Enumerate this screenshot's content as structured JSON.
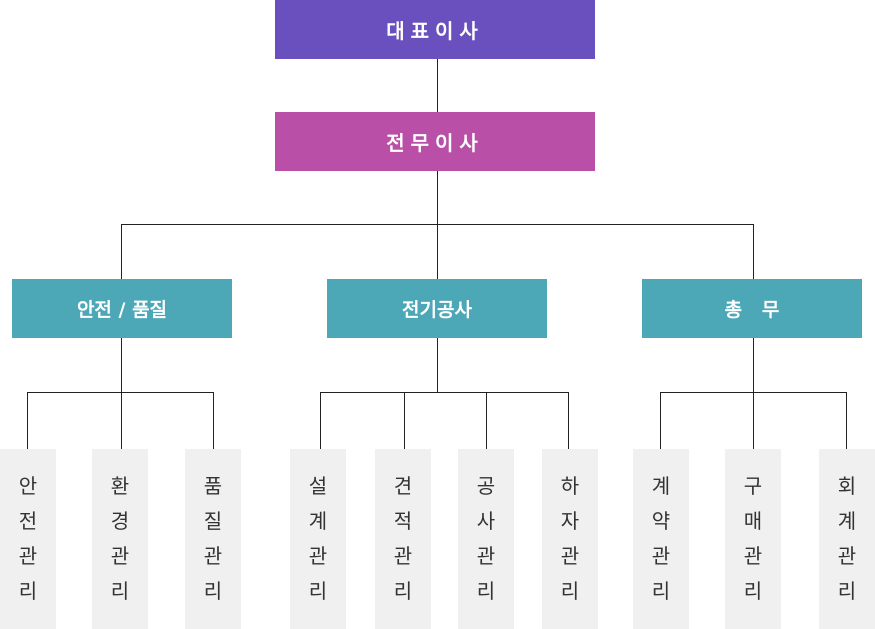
{
  "ceo": "대표이사",
  "managing_director": "전무이사",
  "divisions": [
    "안전 / 품질",
    "전기공사",
    "총   무"
  ],
  "safety_quality_units": [
    [
      "안",
      "전",
      "관",
      "리"
    ],
    [
      "환",
      "경",
      "관",
      "리"
    ],
    [
      "품",
      "질",
      "관",
      "리"
    ]
  ],
  "electrical_units": [
    [
      "설",
      "계",
      "관",
      "리"
    ],
    [
      "견",
      "적",
      "관",
      "리"
    ],
    [
      "공",
      "사",
      "관",
      "리"
    ],
    [
      "하",
      "자",
      "관",
      "리"
    ]
  ],
  "general_affairs_units": [
    [
      "계",
      "약",
      "관",
      "리"
    ],
    [
      "구",
      "매",
      "관",
      "리"
    ],
    [
      "회",
      "계",
      "관",
      "리"
    ]
  ],
  "colors": {
    "ceo": "#6a4fbf",
    "managing_director": "#b94fa6",
    "division": "#4ca7b7",
    "unit_bg": "#f0f0f0"
  }
}
